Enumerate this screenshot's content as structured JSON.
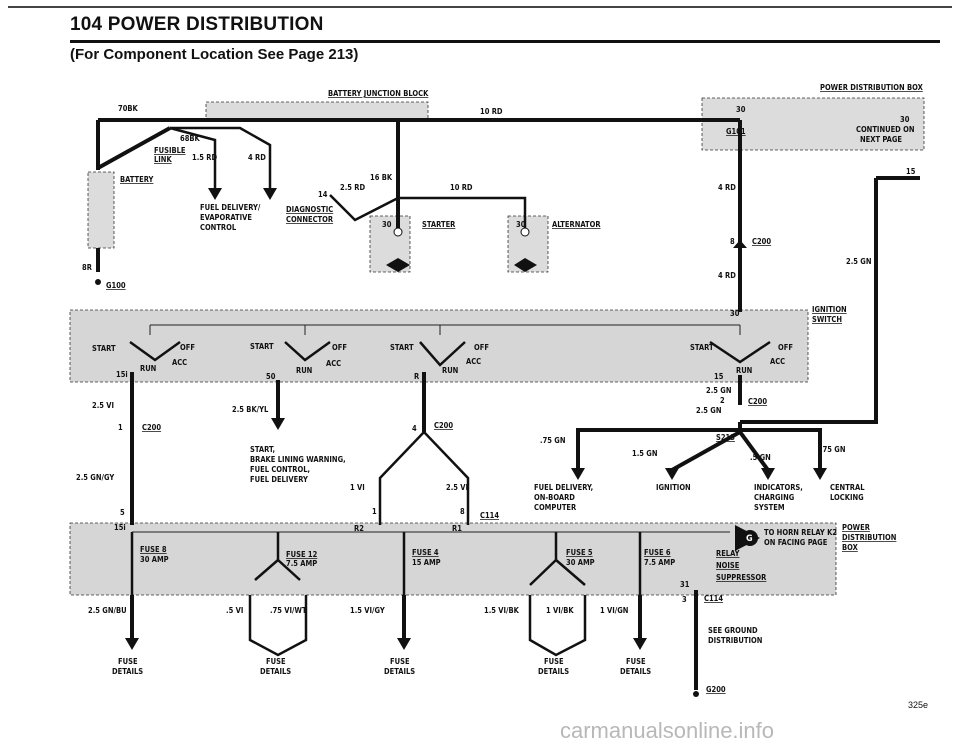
{
  "header": {
    "title": "104 POWER DISTRIBUTION",
    "subtitle": "(For Component Location See Page 213)"
  },
  "top": {
    "battery_junction_block": "BATTERY JUNCTION BLOCK",
    "power_distribution_box": "POWER DISTRIBUTION BOX",
    "wire_70bk": "70BK",
    "wire_68bk": "68BK",
    "fusible_link": "FUSIBLE",
    "fusible_link2": "LINK",
    "w_15rd": "1.5 RD",
    "w_4rd": "4 RD",
    "battery": "BATTERY",
    "w_10rd_a": "10 RD",
    "w_10rd_b": "10 RD",
    "w_16bk": "16 BK",
    "w_25rd": "2.5 RD",
    "pin14": "14",
    "fuel_evap_1": "FUEL DELIVERY/",
    "fuel_evap_2": "EVAPORATIVE",
    "fuel_evap_3": "CONTROL",
    "diag_1": "DIAGNOSTIC",
    "diag_2": "CONNECTOR",
    "starter": "STARTER",
    "alternator": "ALTERNATOR",
    "pin30_a": "30",
    "pin30_b": "30",
    "pin30_box": "30",
    "pin30_box2": "30",
    "g101": "G101",
    "continued_1": "CONTINUED ON",
    "continued_2": "NEXT PAGE",
    "w_4rd_b": "4 RD",
    "pin8": "8",
    "c200_a": "C200",
    "w_4rd_c": "4 RD",
    "w_8r": "8R",
    "g100": "G100",
    "pin15": "15",
    "w_25gn": "2.5 GN"
  },
  "ignition": {
    "label_1": "IGNITION",
    "label_2": "SWITCH",
    "pin30": "30",
    "start1": "START",
    "off1": "OFF",
    "acc1": "ACC",
    "run1": "RUN",
    "p15i": "15i",
    "start2": "START",
    "off2": "OFF",
    "acc2": "ACC",
    "run2": "RUN",
    "p50": "50",
    "start3": "START",
    "off3": "OFF",
    "acc3": "ACC",
    "run3": "RUN",
    "pR": "R",
    "start4": "START",
    "off4": "OFF",
    "acc4": "ACC",
    "run4": "RUN",
    "p15": "15"
  },
  "middle": {
    "w_25vi": "2.5 VI",
    "pin1": "1",
    "c200_b": "C200",
    "w_25gngy": "2.5 GN/GY",
    "pin5": "5",
    "w_25bkyl": "2.5 BK/YL",
    "start_list_1": "START,",
    "start_list_2": "BRAKE LINING WARNING,",
    "start_list_3": "FUEL CONTROL,",
    "start_list_4": "FUEL DELIVERY",
    "pin4": "4",
    "c200_c": "C200",
    "w_1vi": "1 VI",
    "w_25vi_b": "2.5 VI",
    "pin1b": "1",
    "pin8b": "8",
    "c114_a": "C114",
    "w_75gn": ".75 GN",
    "w_25gn_a": "2.5 GN",
    "pin2": "2",
    "c200_d": "C200",
    "w_25gn_b": "2.5 GN",
    "s213": "S213",
    "w_15gn": "1.5 GN",
    "w_5gn": ".5 GN",
    "w_75gn_b": ".75 GN",
    "fuel_obc_1": "FUEL DELIVERY,",
    "fuel_obc_2": "ON-BOARD",
    "fuel_obc_3": "COMPUTER",
    "ignition": "IGNITION",
    "ind_1": "INDICATORS,",
    "ind_2": "CHARGING",
    "ind_3": "SYSTEM",
    "cl_1": "CENTRAL",
    "cl_2": "LOCKING"
  },
  "fuses": {
    "p15i": "15i",
    "pR2": "R2",
    "pR1": "R1",
    "fuse8": "FUSE 8",
    "fuse8_amp": "30 AMP",
    "fuse12": "FUSE 12",
    "fuse12_amp": "7.5 AMP",
    "fuse4": "FUSE 4",
    "fuse4_amp": "15 AMP",
    "fuse5": "FUSE 5",
    "fuse5_amp": "30 AMP",
    "fuse6": "FUSE 6",
    "fuse6_amp": "7.5 AMP",
    "relay": "RELAY",
    "noise": "NOISE",
    "suppressor": "SUPPRESSOR",
    "g_badge": "G",
    "horn_1": "TO HORN RELAY K2",
    "horn_2": "ON FACING PAGE",
    "pdb_1": "POWER",
    "pdb_2": "DISTRIBUTION",
    "pdb_3": "BOX",
    "pin31": "31",
    "pin3": "3",
    "c114_b": "C114"
  },
  "bottom": {
    "w_25gnbu": "2.5 GN/BU",
    "w_5vi": ".5 VI",
    "w_75viwt": ".75 VI/WT",
    "w_15vigy": "1.5 VI/GY",
    "w_15vibk": "1.5 VI/BK",
    "w_1vibk": "1 VI/BK",
    "w_1vign": "1 VI/GN",
    "see_ground_1": "SEE GROUND",
    "see_ground_2": "DISTRIBUTION",
    "g200": "G200",
    "fd1a": "FUSE",
    "fd1b": "DETAILS",
    "fd2a": "FUSE",
    "fd2b": "DETAILS",
    "fd3a": "FUSE",
    "fd3b": "DETAILS",
    "fd4a": "FUSE",
    "fd4b": "DETAILS",
    "fd5a": "FUSE",
    "fd5b": "DETAILS",
    "page_code": "325e",
    "watermark": "carmanualsonline.info"
  }
}
